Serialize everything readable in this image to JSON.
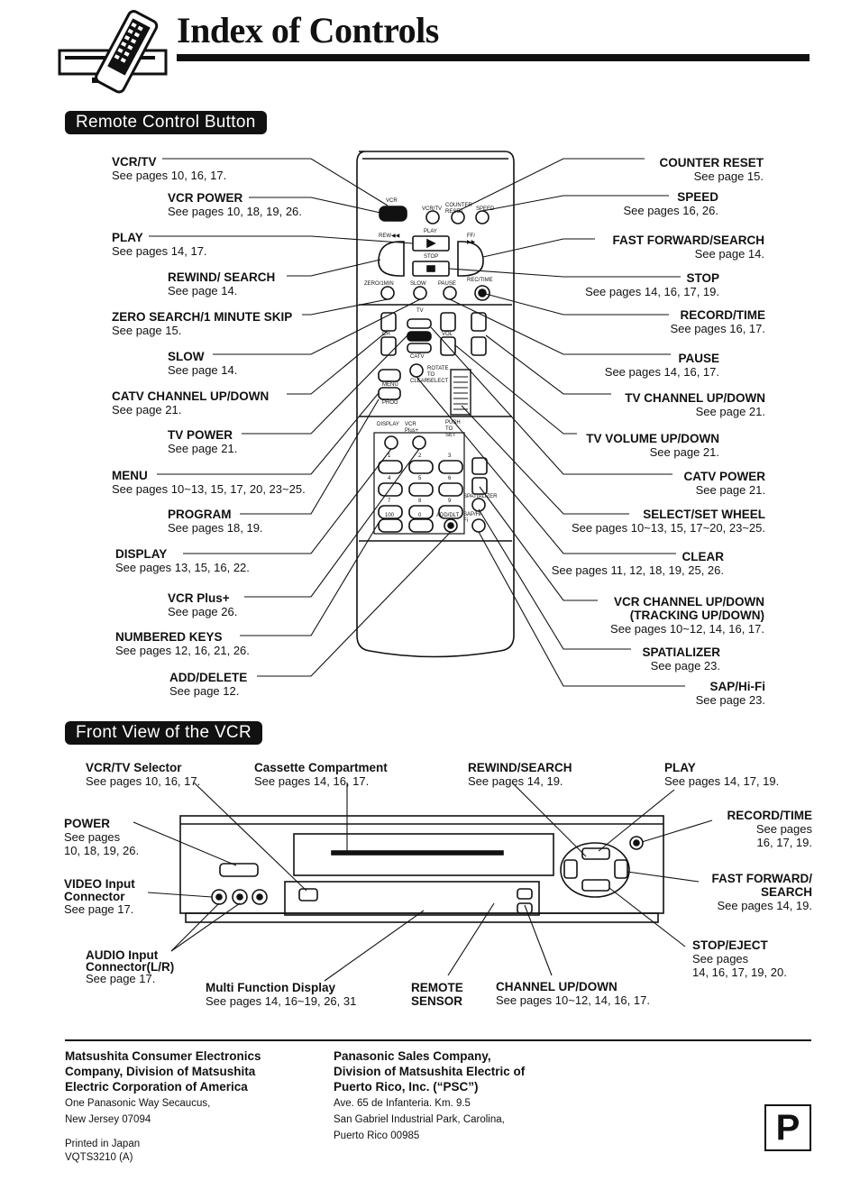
{
  "page": {
    "title": "Index of Controls",
    "section_remote": "Remote Control Button",
    "section_front": "Front View of the VCR"
  },
  "remote_left": [
    {
      "name": "VCR/TV",
      "pages": "See pages 10, 16, 17."
    },
    {
      "name": "VCR POWER",
      "pages": "See pages 10, 18, 19, 26."
    },
    {
      "name": "PLAY",
      "pages": "See pages 14, 17."
    },
    {
      "name": "REWIND/ SEARCH",
      "pages": "See page 14."
    },
    {
      "name": "ZERO SEARCH/1 MINUTE SKIP",
      "pages": "See page 15."
    },
    {
      "name": "SLOW",
      "pages": "See page 14."
    },
    {
      "name": "CATV CHANNEL UP/DOWN",
      "pages": "See page 21."
    },
    {
      "name": "TV POWER",
      "pages": "See page 21."
    },
    {
      "name": "MENU",
      "pages": "See pages 10~13, 15, 17, 20, 23~25."
    },
    {
      "name": "PROGRAM",
      "pages": "See pages 18, 19."
    },
    {
      "name": "DISPLAY",
      "pages": "See pages 13, 15, 16, 22."
    },
    {
      "name": "VCR Plus+",
      "pages": "See page 26."
    },
    {
      "name": "NUMBERED KEYS",
      "pages": "See pages 12, 16, 21, 26."
    },
    {
      "name": "ADD/DELETE",
      "pages": "See page 12."
    }
  ],
  "remote_right": [
    {
      "name": "COUNTER RESET",
      "pages": "See page 15."
    },
    {
      "name": "SPEED",
      "pages": "See pages 16, 26."
    },
    {
      "name": "FAST FORWARD/SEARCH",
      "pages": "See page 14."
    },
    {
      "name": "STOP",
      "pages": "See pages 14, 16, 17, 19."
    },
    {
      "name": "RECORD/TIME",
      "pages": "See pages 16, 17."
    },
    {
      "name": "PAUSE",
      "pages": "See pages 14, 16, 17."
    },
    {
      "name": "TV CHANNEL UP/DOWN",
      "pages": "See page 21."
    },
    {
      "name": "TV VOLUME UP/DOWN",
      "pages": "See page 21."
    },
    {
      "name": "CATV POWER",
      "pages": "See page 21."
    },
    {
      "name": "SELECT/SET WHEEL",
      "pages": "See pages 10~13, 15, 17~20, 23~25."
    },
    {
      "name": "CLEAR",
      "pages": "See pages 11, 12, 18, 19, 25, 26."
    },
    {
      "name": "VCR CHANNEL UP/DOWN",
      "name2": "(TRACKING UP/DOWN)",
      "pages": "See pages 10~12, 14, 16, 17."
    },
    {
      "name": "SPATIALIZER",
      "pages": "See page 23."
    },
    {
      "name": "SAP/Hi-Fi",
      "pages": "See page 23."
    }
  ],
  "remote_labels": {
    "vcr": "VCR",
    "vcrtv": "VCR/TV",
    "counter_reset": "COUNTER RESET",
    "speed": "SPEED",
    "rew": "REW◀◀",
    "play": "PLAY",
    "ff": "FF/▶▶",
    "stop": "STOP",
    "zero": "ZERO/1MIN",
    "slow": "SLOW",
    "pause": "PAUSE",
    "rec": "REC/TIME",
    "tv": "TV",
    "vol": "VOL",
    "ch": "CH",
    "catv": "CATV",
    "rotate": "ROTATE TO SELECT",
    "clear": "CLEAR",
    "menu": "MENU",
    "prog": "PROG",
    "display": "DISPLAY",
    "vcrplus": "VCR Plus+",
    "push": "PUSH TO SET",
    "k1": "1",
    "k2": "2",
    "k3": "3",
    "k4": "4",
    "k5": "5",
    "k6": "6",
    "k7": "7",
    "k8": "8",
    "k9": "9",
    "k100": "100",
    "k0": "0",
    "adddlt": "ADD/DLT",
    "spatializer": "SPATIALIZER",
    "saphifi": "SAP/Hi-Fi"
  },
  "front": {
    "vcrtv_selector": {
      "name": "VCR/TV Selector",
      "pages": "See pages 10, 16, 17."
    },
    "cassette": {
      "name": "Cassette Compartment",
      "pages": "See pages 14, 16, 17."
    },
    "rewind": {
      "name": "REWIND/SEARCH",
      "pages": "See pages 14, 19."
    },
    "play": {
      "name": "PLAY",
      "pages": "See pages 14, 17, 19."
    },
    "power": {
      "name": "POWER",
      "pages1": "See pages",
      "pages2": "10, 18, 19, 26."
    },
    "record": {
      "name": "RECORD/TIME",
      "pages1": "See pages",
      "pages2": "16, 17, 19."
    },
    "video_input": {
      "name1": "VIDEO Input",
      "name2": "Connector",
      "pages": "See page 17."
    },
    "ffwd": {
      "name1": "FAST FORWARD/",
      "name2": "SEARCH",
      "pages": "See pages 14, 19."
    },
    "audio_input": {
      "name1": "AUDIO Input",
      "name2": "Connector(L/R)",
      "pages": "See page 17."
    },
    "stop_eject": {
      "name": "STOP/EJECT",
      "pages1": "See pages",
      "pages2": "14, 16, 17, 19, 20."
    },
    "display": {
      "name": "Multi Function Display",
      "pages": "See pages 14, 16~19, 26, 31"
    },
    "remote_sensor": {
      "name1": "REMOTE",
      "name2": "SENSOR"
    },
    "channel": {
      "name": "CHANNEL UP/DOWN",
      "pages": "See pages 10~12, 14, 16, 17."
    }
  },
  "footer": {
    "left": {
      "l1": "Matsushita Consumer Electronics",
      "l2": "Company, Division of Matsushita",
      "l3": "Electric Corporation of America",
      "a1": "One Panasonic Way Secaucus,",
      "a2": "New Jersey 07094",
      "p1": "Printed in Japan",
      "p2": "VQTS3210  (A)"
    },
    "right": {
      "l1": "Panasonic Sales Company,",
      "l2": "Division of Matsushita Electric of",
      "l3": "Puerto Rico, Inc. (“PSC”)",
      "a1": "Ave. 65 de Infanteria. Km. 9.5",
      "a2": "San Gabriel Industrial Park, Carolina,",
      "a3": "Puerto Rico 00985"
    },
    "badge": "P"
  }
}
